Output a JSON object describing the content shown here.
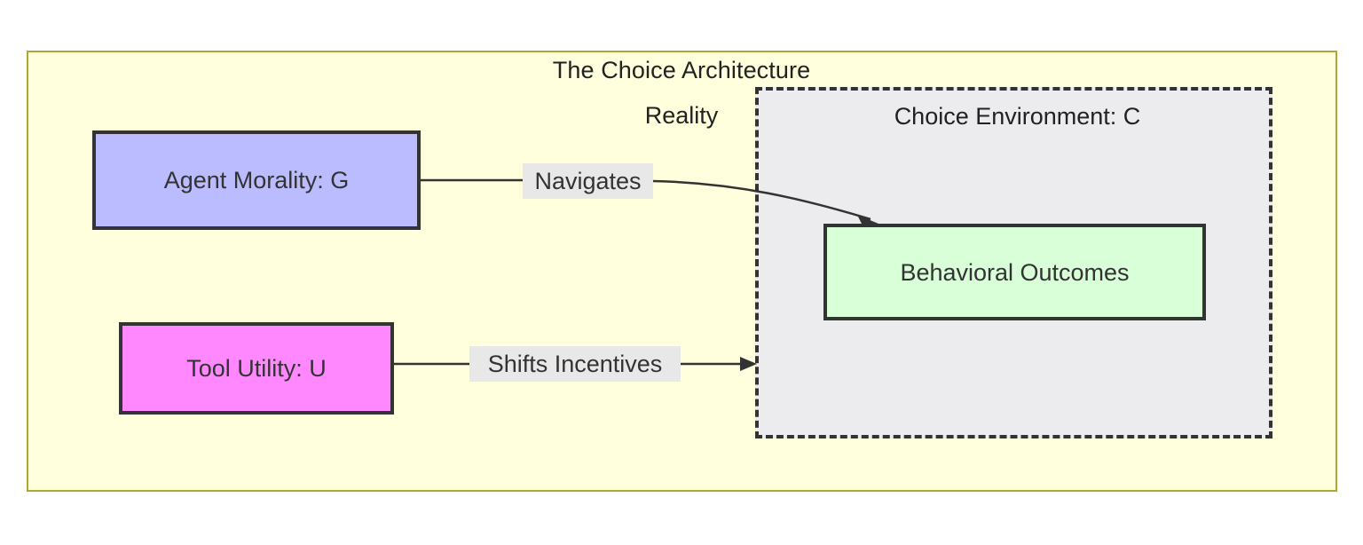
{
  "diagram": {
    "title": "The Choice Architecture",
    "subtitle": "Reality",
    "background_color": "#ffffde",
    "border_color": "#aaaa33"
  },
  "subgraph": {
    "label": "Choice Environment: C",
    "fill": "#ececef",
    "border": "#333333",
    "border_style": "dashed"
  },
  "nodes": [
    {
      "id": "G",
      "label": "Agent Morality: G",
      "fill": "#bbbbff",
      "stroke": "#333333"
    },
    {
      "id": "U",
      "label": "Tool Utility: U",
      "fill": "#ff88ff",
      "stroke": "#333333"
    },
    {
      "id": "B",
      "label": "Behavioral Outcomes",
      "fill": "#d8ffd8",
      "stroke": "#333333"
    }
  ],
  "edges": [
    {
      "from": "Agent Morality: G",
      "to": "Behavioral Outcomes",
      "label": "Navigates",
      "label_background": "#e8e8e8",
      "style": "curved-arrow"
    },
    {
      "from": "Tool Utility: U",
      "to": "Choice Environment: C",
      "label": "Shifts Incentives",
      "label_background": "#e8e8e8",
      "style": "straight-arrow"
    }
  ]
}
